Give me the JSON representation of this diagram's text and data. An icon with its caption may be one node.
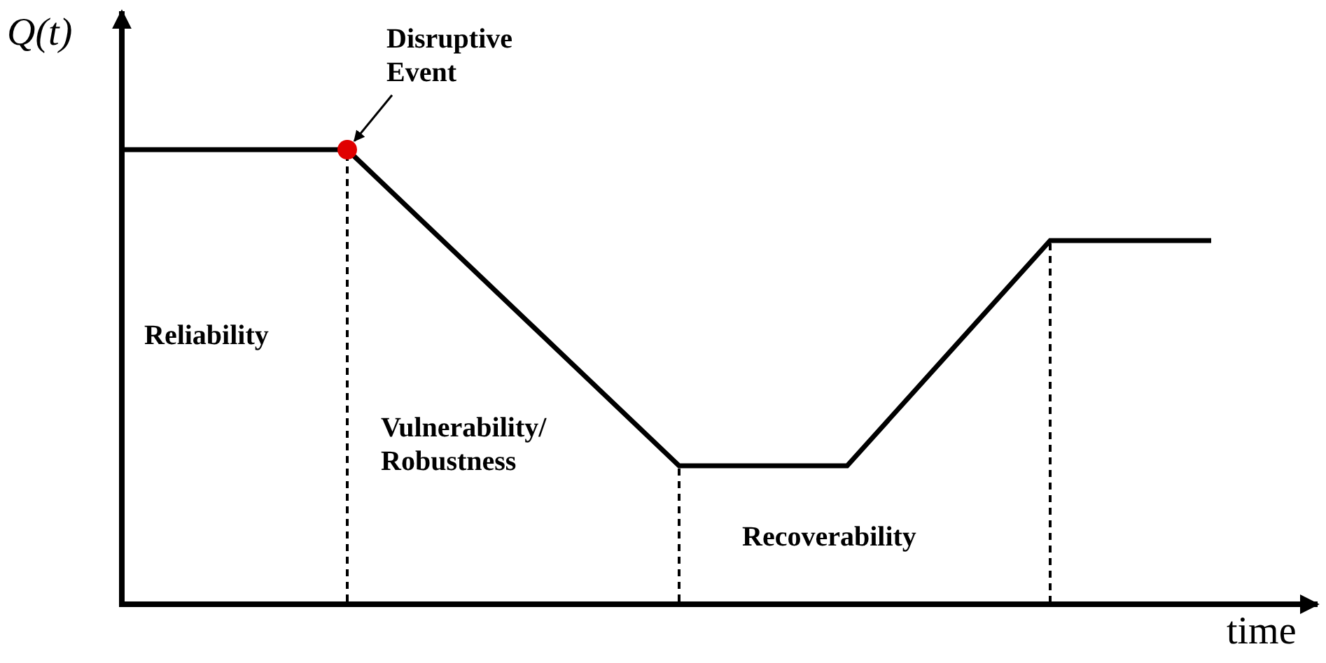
{
  "diagram": {
    "nodes": [
      {
        "text": [
          "Disruptive Event"
        ]
      },
      {
        "text": [],
        "shape": "circle"
      }
    ],
    "edges": [
      {
        "from": 0,
        "to": 1,
        "arrow": "to"
      }
    ],
    "labels": [
      "Q(t)",
      "Reliability",
      "Vulnerability/ Robustness",
      "Recoverability",
      "time"
    ]
  }
}
